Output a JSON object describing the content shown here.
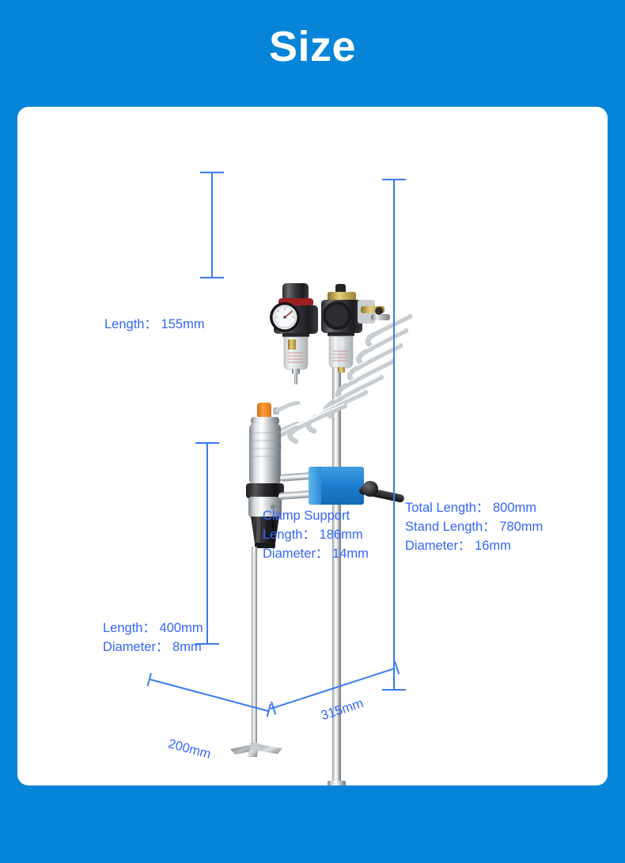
{
  "header": {
    "title": "Size"
  },
  "colors": {
    "background_blue": "#0685D8",
    "card_white": "#FFFFFF",
    "annotation_blue": "#3366FF",
    "dimension_line_blue": "#3A7BF0",
    "clamp_blue": "#1E7FD0",
    "base_blue": "#1E86D8",
    "plate_black": "#141414"
  },
  "annotations": {
    "top_assembly": {
      "label": "Length：",
      "value": "155mm",
      "full": "Length： 155mm"
    },
    "stand": {
      "lines": [
        {
          "label": "Total Length：",
          "value": "800mm",
          "full": "Total Length： 800mm"
        },
        {
          "label": "Stand Length：",
          "value": "780mm",
          "full": "Stand Length： 780mm"
        },
        {
          "label": "Diameter：",
          "value": "16mm",
          "full": "Diameter： 16mm"
        }
      ]
    },
    "clamp_support": {
      "lines": [
        {
          "full": "Clamp Support"
        },
        {
          "label": "Length：",
          "value": "186mm",
          "full": "Length： 186mm"
        },
        {
          "label": "Diameter：",
          "value": "14mm",
          "full": "Diameter： 14mm"
        }
      ]
    },
    "stirrer_shaft": {
      "lines": [
        {
          "label": "Length：",
          "value": "400mm",
          "full": "Length： 400mm"
        },
        {
          "label": "Diameter：",
          "value": "8mm",
          "full": "Diameter： 8mm"
        }
      ]
    },
    "base_depth": {
      "value": "200mm"
    },
    "base_width": {
      "value": "315mm"
    }
  },
  "icons": {
    "pressure_gauge": "pressure-gauge-icon",
    "regulator_knob": "regulator-knob-icon",
    "filter_bowl": "filter-bowl-icon",
    "coiled_hose": "coiled-hose-icon",
    "air_motor": "air-motor-icon",
    "drill_chuck": "drill-chuck-icon",
    "clamp_lever": "clamp-lever-icon",
    "impeller_blade": "impeller-blade-icon",
    "stand_post": "stand-post-icon",
    "base_plate": "base-plate-icon"
  }
}
